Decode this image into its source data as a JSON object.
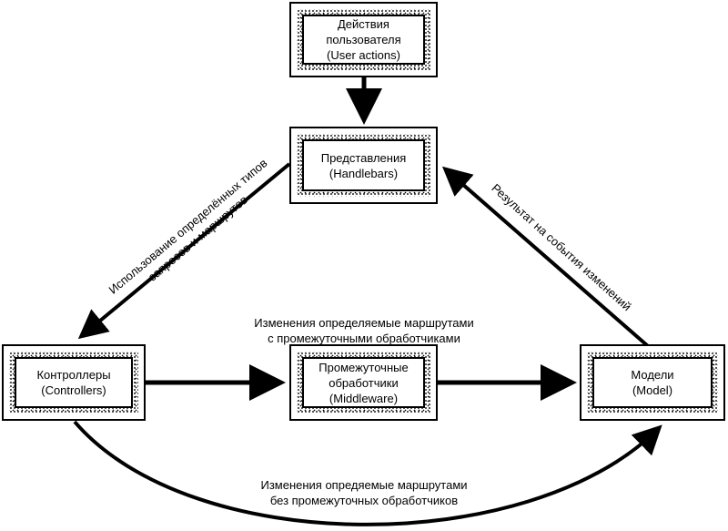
{
  "nodes": {
    "user_actions": "Действия\nпользователя\n(User actions)",
    "views": "Представления\n(Handlebars)",
    "controllers": "Контроллеры\n(Controllers)",
    "middleware": "Промежуточные\nобработчики\n(Middleware)",
    "models": "Модели\n(Model)"
  },
  "edges": {
    "views_to_controllers": "Использование определённых типов\nзапросов и маршрутов",
    "models_to_views": "Результат на события изменений",
    "with_middleware": "Изменения определяемые маршрутами\nс промежуточными обработчиками",
    "without_middleware": "Изменения опредяемые маршрутами\nбез промежуточных обработчиков"
  }
}
